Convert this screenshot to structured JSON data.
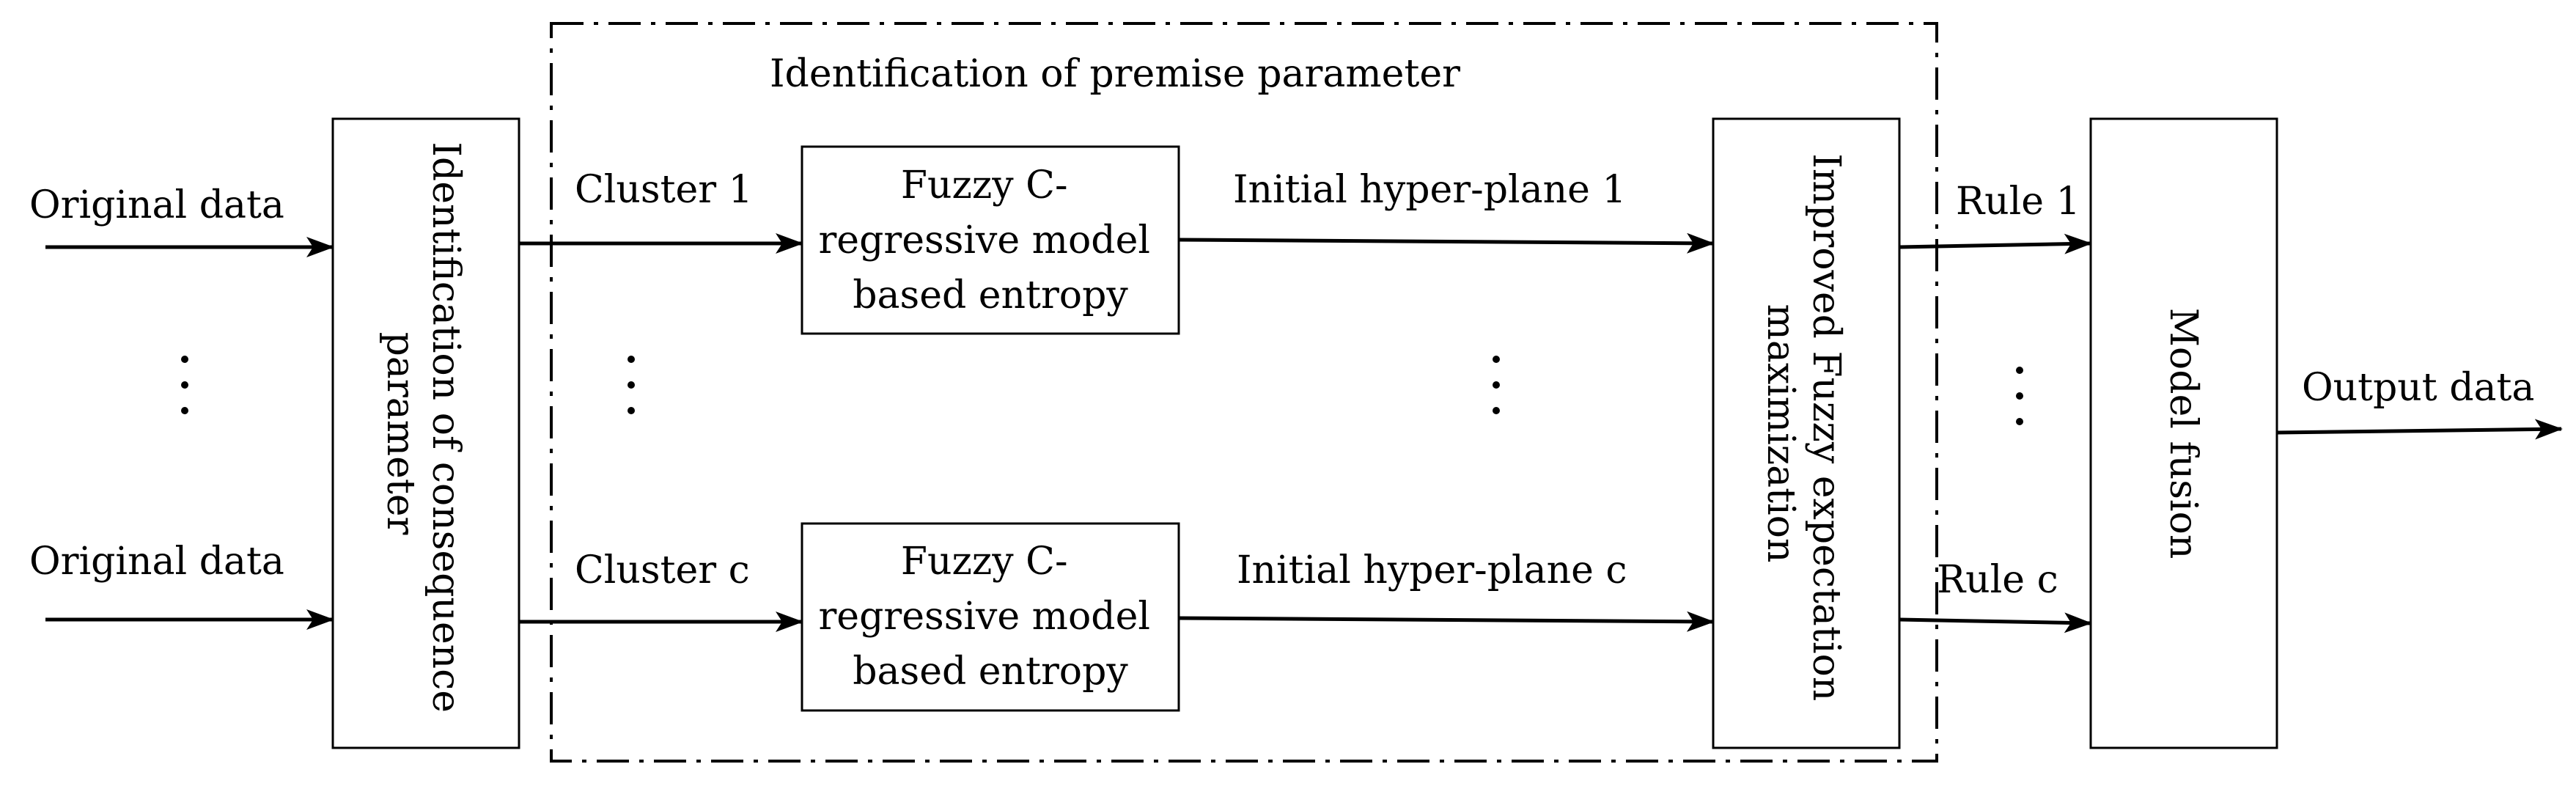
{
  "diagram": {
    "group_title": "Identification of premise parameter",
    "inputs": [
      {
        "label": "Original data"
      },
      {
        "label": "Original data"
      }
    ],
    "consequence_block": {
      "line1": "Identification of consequence",
      "line2": "parameter"
    },
    "clusters": [
      {
        "label": "Cluster 1"
      },
      {
        "label": "Cluster c"
      }
    ],
    "fcrm_blocks": [
      {
        "line1": "Fuzzy C-",
        "line2": "regressive model",
        "line3": "based entropy"
      },
      {
        "line1": "Fuzzy C-",
        "line2": "regressive model",
        "line3": "based entropy"
      }
    ],
    "hyperplanes": [
      {
        "label": "Initial hyper-plane 1"
      },
      {
        "label": "Initial hyper-plane c"
      }
    ],
    "em_block": {
      "line1": "Improved Fuzzy expectation",
      "line2": "maximization"
    },
    "rules": [
      {
        "label": "Rule 1"
      },
      {
        "label": "Rule c"
      }
    ],
    "fusion_block": {
      "label": "Model fusion"
    },
    "output": {
      "label": "Output data"
    }
  }
}
